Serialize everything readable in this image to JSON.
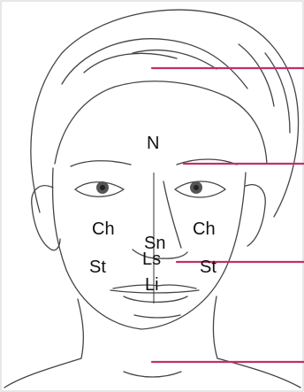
{
  "labels": {
    "nasion": "N",
    "cheilion_right": "Ch",
    "cheilion_left": "Ch",
    "subnasale": "Sn",
    "labrale_superius": "Ls",
    "labrale_inferius": "Li",
    "stomion_right": "St",
    "stomion_left": "St"
  },
  "colors": {
    "reference_line": "#c0306a",
    "outline": "#444444",
    "frame": "#cfcfcf"
  }
}
